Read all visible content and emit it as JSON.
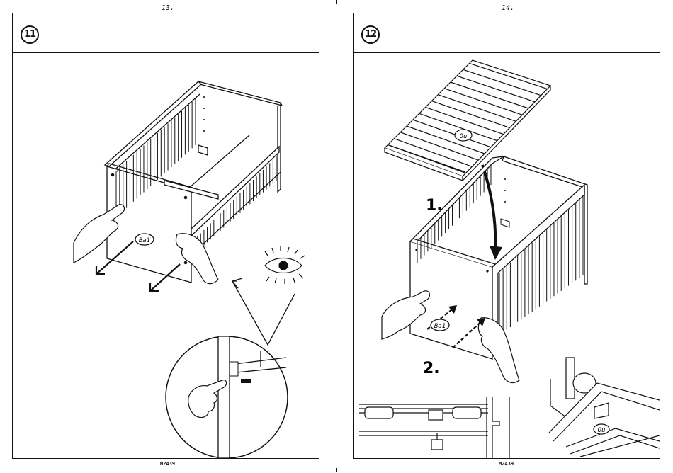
{
  "left_page": {
    "page_number": "13.",
    "step_number": "11",
    "part_label": "Ba1",
    "footer_code": "M2439"
  },
  "right_page": {
    "page_number": "14.",
    "step_number": "12",
    "part_label_slats": "Ou",
    "part_label_board": "Ba1",
    "part_label_detail": "Ou",
    "callout_1": "1.",
    "callout_2": "2.",
    "footer_code": "M2439"
  },
  "icons": [
    "eye-icon",
    "pointing-hand-icon",
    "arrow-icon"
  ]
}
